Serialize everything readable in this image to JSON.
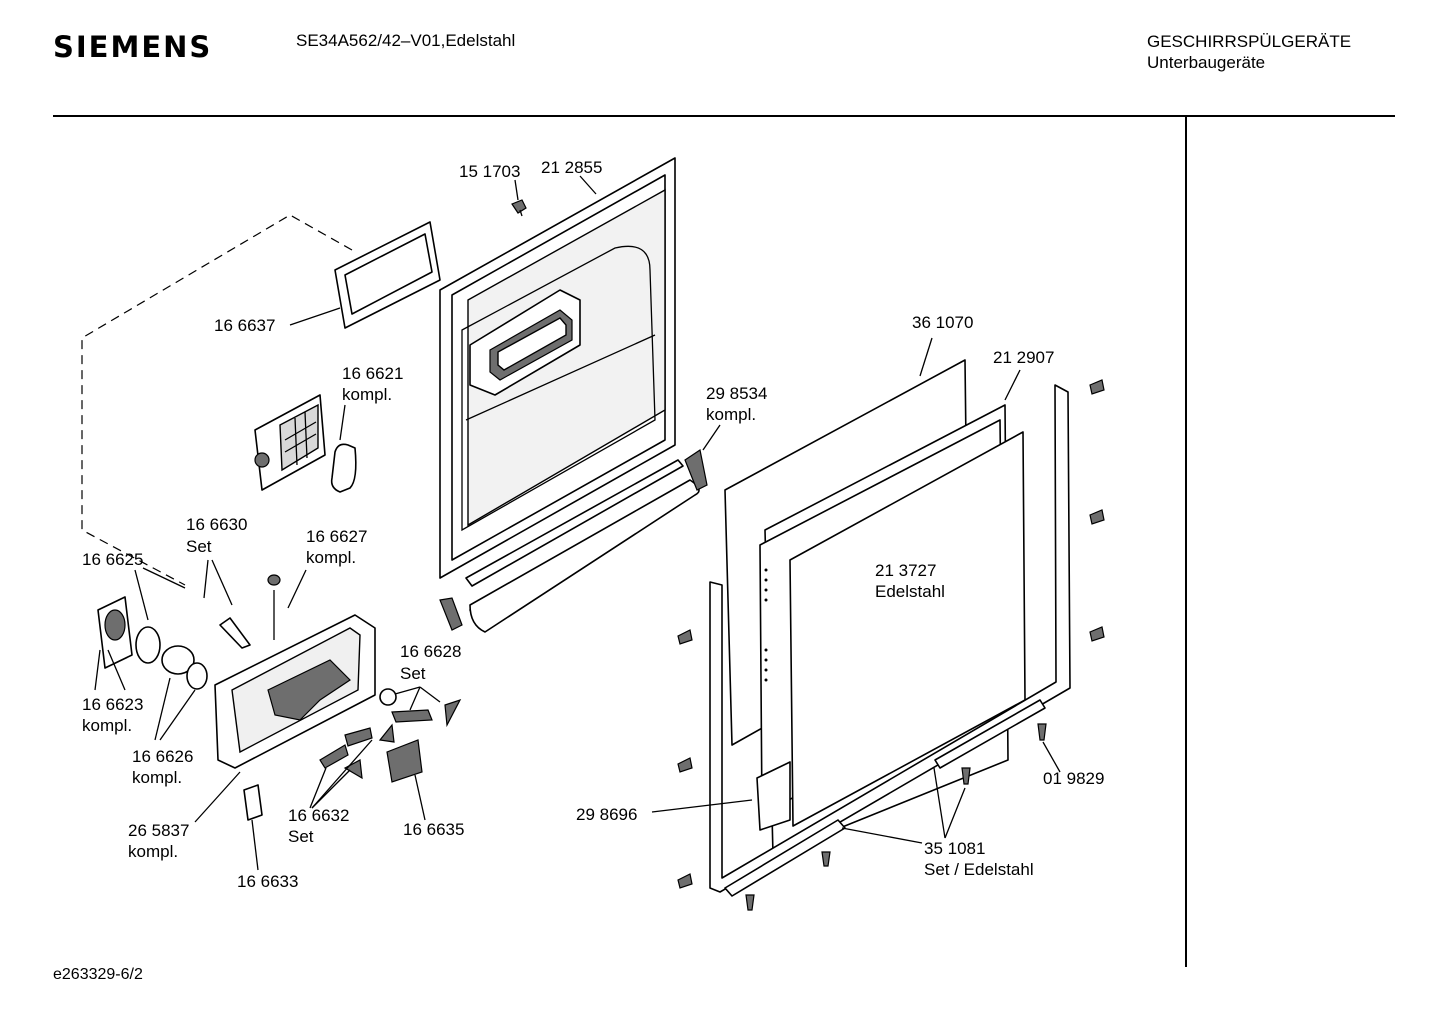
{
  "header": {
    "brand": "SIEMENS",
    "model": "SE34A562/42–V01,Edelstahl",
    "category_line1": "GESCHIRRSPÜLGERÄTE",
    "category_line2": "Unterbaugeräte"
  },
  "footer": {
    "drawing_id": "e263329-6/2"
  },
  "labels": {
    "l151703": "15 1703",
    "l212855": "21 2855",
    "l166637": "16 6637",
    "l166621": "16 6621",
    "l166621b": "kompl.",
    "l361070": "36 1070",
    "l212907": "21 2907",
    "l298534": "29 8534",
    "l298534b": "kompl.",
    "l166630": "16 6630",
    "l166630b": "Set",
    "l166627": "16 6627",
    "l166627b": "kompl.",
    "l166625": "16 6625",
    "l213727": "21 3727",
    "l213727b": "Edelstahl",
    "l166628": "16 6628",
    "l166628b": "Set",
    "l166623": "16 6623",
    "l166623b": "kompl.",
    "l166626": "16 6626",
    "l166626b": "kompl.",
    "l019829": "01 9829",
    "l298696": "29 8696",
    "l166632": "16 6632",
    "l166632b": "Set",
    "l166635": "16 6635",
    "l265837": "26 5837",
    "l265837b": "kompl.",
    "l351081": "35 1081",
    "l351081b": "Set / Edelstahl",
    "l166633": "16 6633"
  }
}
